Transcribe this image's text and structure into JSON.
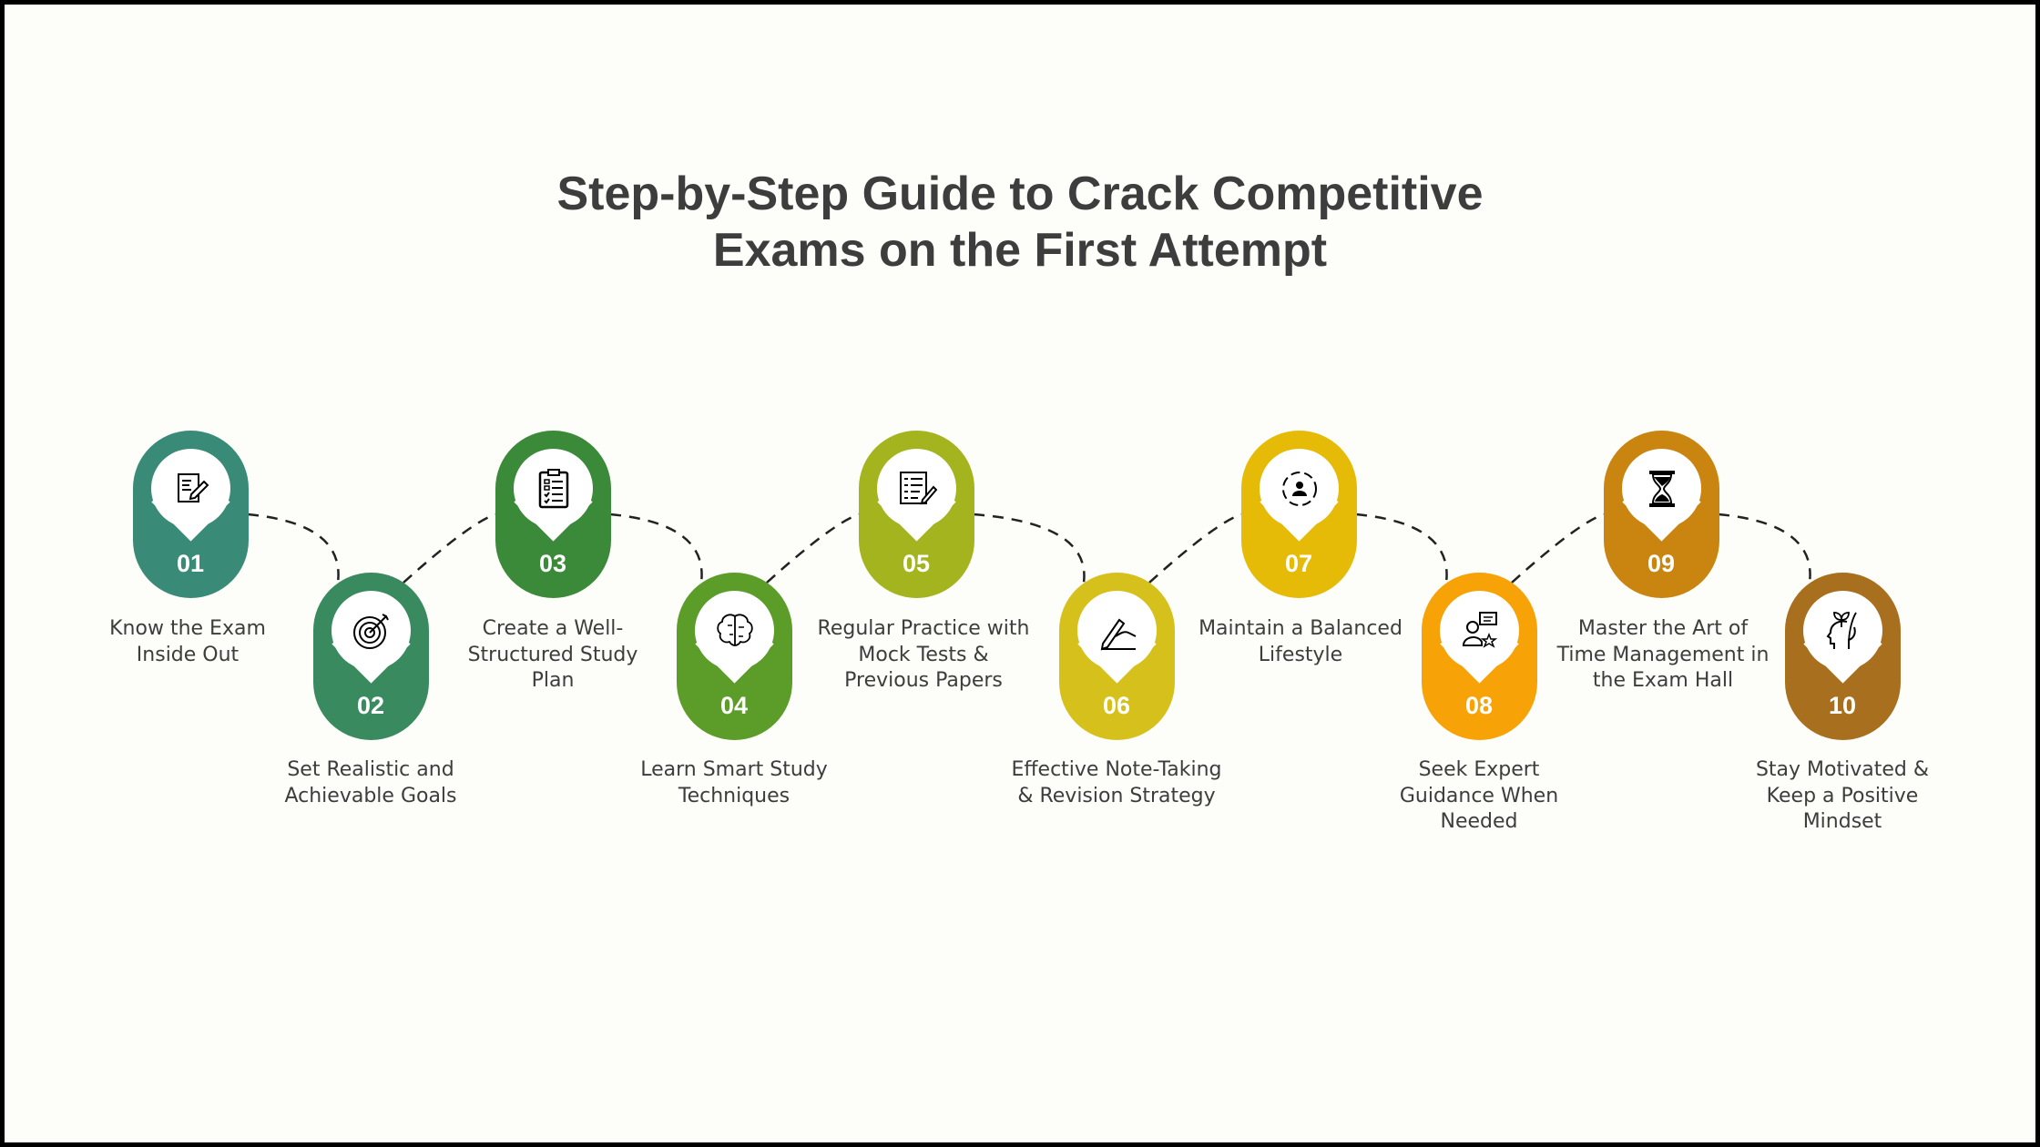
{
  "title": {
    "line1": "Step-by-Step Guide to Crack Competitive",
    "line2": "Exams on the First Attempt"
  },
  "steps": [
    {
      "number": "01",
      "label": "Know the Exam Inside Out",
      "icon": "exam-paper-pencil-icon",
      "color": "#3a8a78"
    },
    {
      "number": "02",
      "label": "Set Realistic and Achievable Goals",
      "icon": "target-icon",
      "color": "#3a8a60"
    },
    {
      "number": "03",
      "label": "Create a Well-Structured Study Plan",
      "icon": "clipboard-checklist-icon",
      "color": "#3b8a3a"
    },
    {
      "number": "04",
      "label": "Learn Smart Study Techniques",
      "icon": "brain-icon",
      "color": "#5c9c28"
    },
    {
      "number": "05",
      "label": "Regular Practice with Mock Tests & Previous Papers",
      "icon": "test-paper-icon",
      "color": "#a4b41e"
    },
    {
      "number": "06",
      "label": "Effective Note-Taking & Revision Strategy",
      "icon": "writing-hand-icon",
      "color": "#d6c11c"
    },
    {
      "number": "07",
      "label": "Maintain a Balanced Lifestyle",
      "icon": "person-cycle-icon",
      "color": "#e5bb08"
    },
    {
      "number": "08",
      "label": "Seek Expert Guidance When Needed",
      "icon": "expert-chat-icon",
      "color": "#f7a308"
    },
    {
      "number": "09",
      "label": "Master the Art of Time Management in the Exam Hall",
      "icon": "hourglass-icon",
      "color": "#c9850f"
    },
    {
      "number": "10",
      "label": "Stay Motivated & Keep a Positive Mindset",
      "icon": "growth-mind-icon",
      "color": "#a8701e"
    }
  ]
}
